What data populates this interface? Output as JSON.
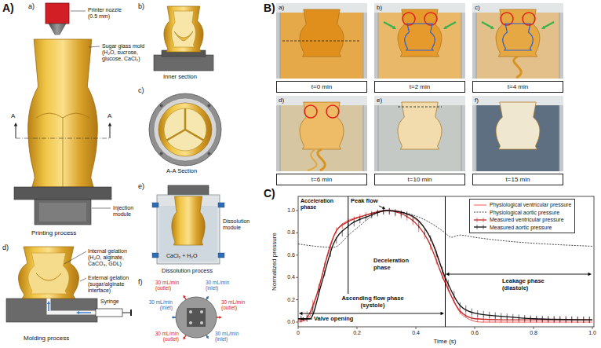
{
  "diagram": {
    "nodes": [
      {
        "text": [
          "a)"
        ]
      },
      {
        "text": [
          "t=0 min"
        ]
      },
      {
        "text": [
          "b)"
        ]
      },
      {
        "text": [
          "t=2 min"
        ]
      },
      {
        "text": [
          "c)"
        ]
      },
      {
        "text": [
          "t=4 min"
        ]
      },
      {
        "text": [
          "d)"
        ]
      },
      {
        "text": [
          "t=6 min"
        ]
      },
      {
        "text": [
          "e)"
        ]
      },
      {
        "text": [
          "t=10 min"
        ]
      },
      {
        "text": [
          "f)"
        ]
      },
      {
        "text": [
          "t=15 min"
        ]
      }
    ],
    "labels": [
      "A)",
      "a)",
      "Printer nozzle (0.5 mm)",
      "Sugar glass mold (H₂O, sucrose, glucose, CaCl₂)",
      "A",
      "A",
      "Injection module",
      "Printing process",
      "b)",
      "Inner section",
      "c)",
      "A-A Section",
      "d)",
      "Internal gelation (H₂O, alginate, CaCO₃, GDL)",
      "External gelation (sugar/alginate interface)",
      "Syringe",
      "Molding process",
      "e)",
      "Dissolution module",
      "CaCl₂ + H₂O",
      "Dissolution process",
      "f)",
      "30 mL/min (outlet)",
      "30 mL/min (inlet)",
      "30 mL/min (inlet)",
      "30 mL/min (outlet)",
      "30 mL/min (outlet)",
      "30 mL/min (inlet)",
      "B)",
      "C)",
      "Normalized pressure",
      "0.0",
      "0.2",
      "0.4",
      "0.6",
      "0.8",
      "1.0",
      "0",
      "0.2",
      "0.4",
      "0.6",
      "0.8",
      "1.0",
      "Time (s)",
      "Acceleration phase",
      "Peak flow",
      "Deceleration phase",
      "Leakage phase (diastole)",
      "Ascending flow phase (systole)",
      "Valve opening"
    ],
    "legend": [
      {
        "text": "Physiological ventricular pressure"
      },
      {
        "text": "Physiological aortic pressure"
      },
      {
        "text": "Measured ventricular pressure"
      },
      {
        "text": "Measured aortic pressure"
      }
    ]
  }
}
